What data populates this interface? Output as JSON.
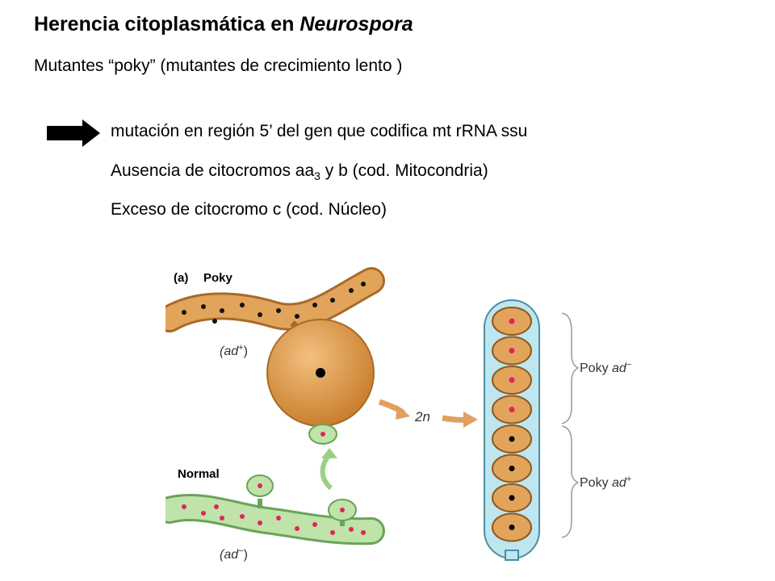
{
  "title": {
    "main": "Herencia citoplasmática en ",
    "italic": "Neurospora"
  },
  "subtitle": "Mutantes “poky” (mutantes de crecimiento lento )",
  "points": {
    "mutation": "mutación en región 5’ del gen que codifica mt rRNA ssu",
    "absence_pre": "Ausencia de citocromos aa",
    "absence_sub": "3",
    "absence_post": " y b (cod. Mitocondria)",
    "excess": "Exceso de citocromo c (cod. Núcleo)"
  },
  "figure": {
    "panel_label": "(a)",
    "poky_label": "Poky",
    "poky_genotype_pre": "(ad",
    "poky_genotype_sup": "+",
    "poky_genotype_post": ")",
    "normal_label": "Normal",
    "normal_genotype_pre": "(ad",
    "normal_genotype_sup": "−",
    "normal_genotype_post": ")",
    "diploid_label": "2n",
    "progeny_top_pre": "Poky ",
    "progeny_top_gene": "ad",
    "progeny_top_sup": "−",
    "progeny_bottom_pre": "Poky ",
    "progeny_bottom_gene": "ad",
    "progeny_bottom_sup": "+"
  },
  "colors": {
    "poky_cytoplasm": "#e2a45a",
    "normal_cytoplasm": "#bfe3a8",
    "ascus_fill": "#bfe6ee",
    "mitochondria_dot": "#e0245e"
  }
}
